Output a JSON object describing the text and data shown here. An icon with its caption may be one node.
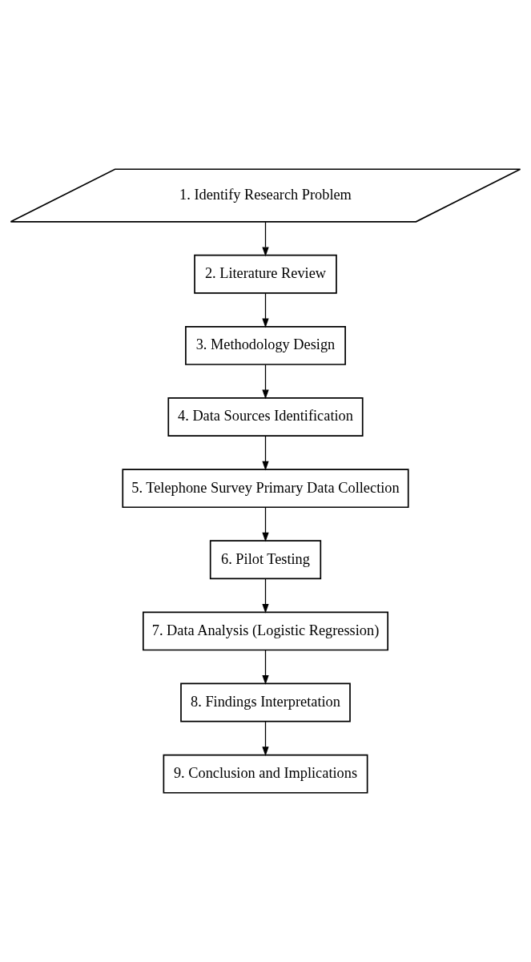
{
  "diagram": {
    "nodes": [
      {
        "text": [
          "1. Identify Research Problem"
        ]
      },
      {
        "text": [
          "2. Literature Review"
        ]
      },
      {
        "text": [
          "3. Methodology Design"
        ]
      },
      {
        "text": [
          "4. Data Sources Identification"
        ]
      },
      {
        "text": [
          "5. Telephone Survey Primary Data Collection"
        ]
      },
      {
        "text": [
          "6. Pilot Testing"
        ]
      },
      {
        "text": [
          "7. Data Analysis (Logistic Regression)"
        ]
      },
      {
        "text": [
          "8. Findings Interpretation"
        ]
      },
      {
        "text": [
          "9. Conclusion and Implications"
        ]
      }
    ],
    "edges": [
      {
        "from": 0,
        "to": 1,
        "arrow": "to"
      },
      {
        "from": 1,
        "to": 2,
        "arrow": "to"
      },
      {
        "from": 2,
        "to": 3,
        "arrow": "to"
      },
      {
        "from": 3,
        "to": 4,
        "arrow": "to"
      },
      {
        "from": 4,
        "to": 5,
        "arrow": "to"
      },
      {
        "from": 5,
        "to": 6,
        "arrow": "to"
      },
      {
        "from": 6,
        "to": 7,
        "arrow": "to"
      },
      {
        "from": 7,
        "to": 8,
        "arrow": "to"
      }
    ]
  }
}
